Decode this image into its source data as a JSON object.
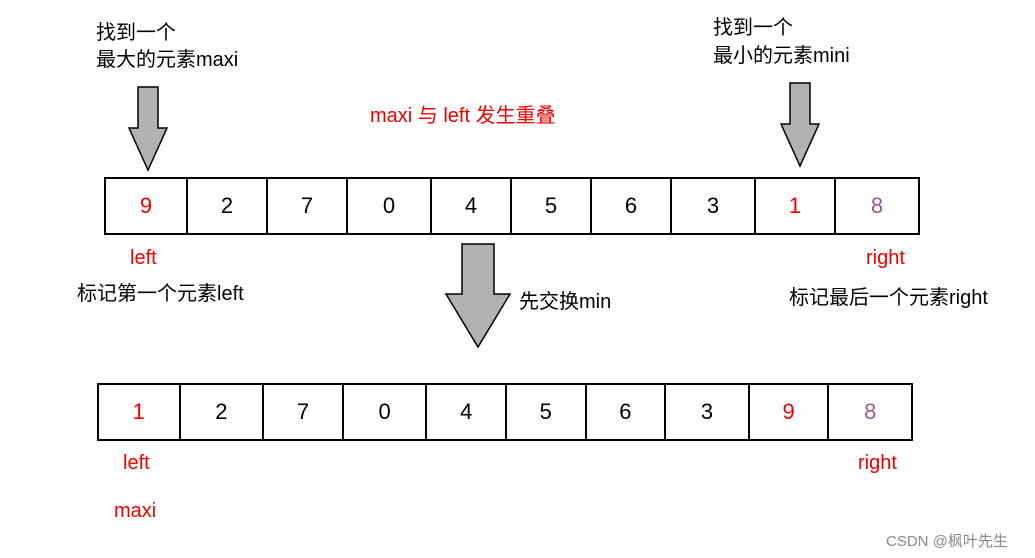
{
  "labels": {
    "find_max_1": "找到一个",
    "find_max_2": "最大的元素maxi",
    "find_min_1": "找到一个",
    "find_min_2": "最小的元素mini",
    "overlap_note": "maxi 与 left 发生重叠",
    "left_top": "left",
    "right_top": "right",
    "mark_first": "标记第一个元素left",
    "mark_last": "标记最后一个元素right",
    "swap_min": "先交换min",
    "left_bottom": "left",
    "right_bottom": "right",
    "maxi_bottom": "maxi",
    "watermark": "CSDN @枫叶先生"
  },
  "top_array": [
    "9",
    "2",
    "7",
    "0",
    "4",
    "5",
    "6",
    "3",
    "1",
    "8"
  ],
  "bottom_array": [
    "1",
    "2",
    "7",
    "0",
    "4",
    "5",
    "6",
    "3",
    "9",
    "8"
  ],
  "colors": {
    "red": "#ee0000",
    "purple": "#a0578e",
    "black": "#000000",
    "arrow_fill": "#b2b2b2"
  },
  "top_cell_colors": [
    "red",
    "black",
    "black",
    "black",
    "black",
    "black",
    "black",
    "black",
    "red",
    "purple"
  ],
  "bottom_cell_colors": [
    "red",
    "black",
    "black",
    "black",
    "black",
    "black",
    "black",
    "black",
    "red",
    "purple"
  ]
}
